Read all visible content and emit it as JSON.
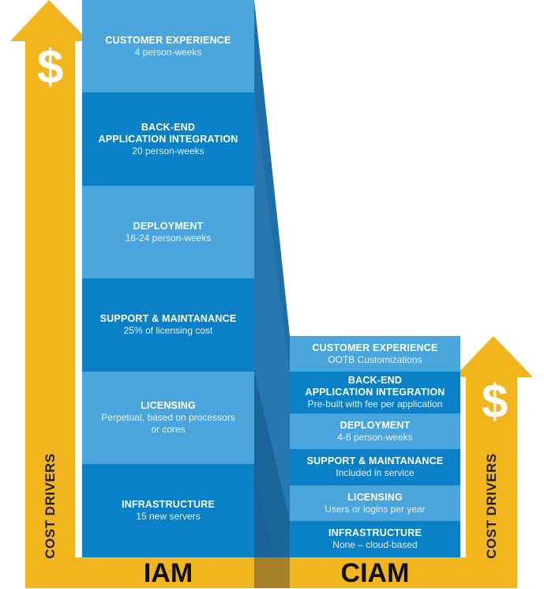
{
  "iam": {
    "label": "IAM",
    "blocks": [
      {
        "title": "CUSTOMER  EXPERIENCE",
        "detail": "4 person-weeks"
      },
      {
        "title": "BACK-END\nAPPLICATION INTEGRATION",
        "detail": "20 person-weeks"
      },
      {
        "title": "DEPLOYMENT",
        "detail": "16-24 person-weeks"
      },
      {
        "title": "SUPPORT & MAINTANANCE",
        "detail": "25% of licensing cost"
      },
      {
        "title": "LICENSING",
        "detail": "Perpetual, based on processors or cores"
      },
      {
        "title": "INFRASTRUCTURE",
        "detail": "15 new servers"
      }
    ]
  },
  "ciam": {
    "label": "CIAM",
    "blocks": [
      {
        "title": "CUSTOMER  EXPERIENCE",
        "detail": "OOTB Customizations"
      },
      {
        "title": "BACK-END\nAPPLICATION INTEGRATION",
        "detail": "Pre-built with fee per application"
      },
      {
        "title": "DEPLOYMENT",
        "detail": "4-6 person-weeks"
      },
      {
        "title": "SUPPORT & MAINTANANCE",
        "detail": "Included in service"
      },
      {
        "title": "LICENSING",
        "detail": "Users or logins per year"
      },
      {
        "title": "INFRASTRUCTURE",
        "detail": "None – cloud-based"
      }
    ]
  },
  "arrows": {
    "left_label": "COST DRIVERS",
    "right_label": "COST DRIVERS",
    "symbol": "$"
  },
  "colors": {
    "gold": "#f2b51e",
    "light_blue": "#4aa5dc",
    "dark_blue": "#0a80c6",
    "connector": "#1e6fa8"
  }
}
